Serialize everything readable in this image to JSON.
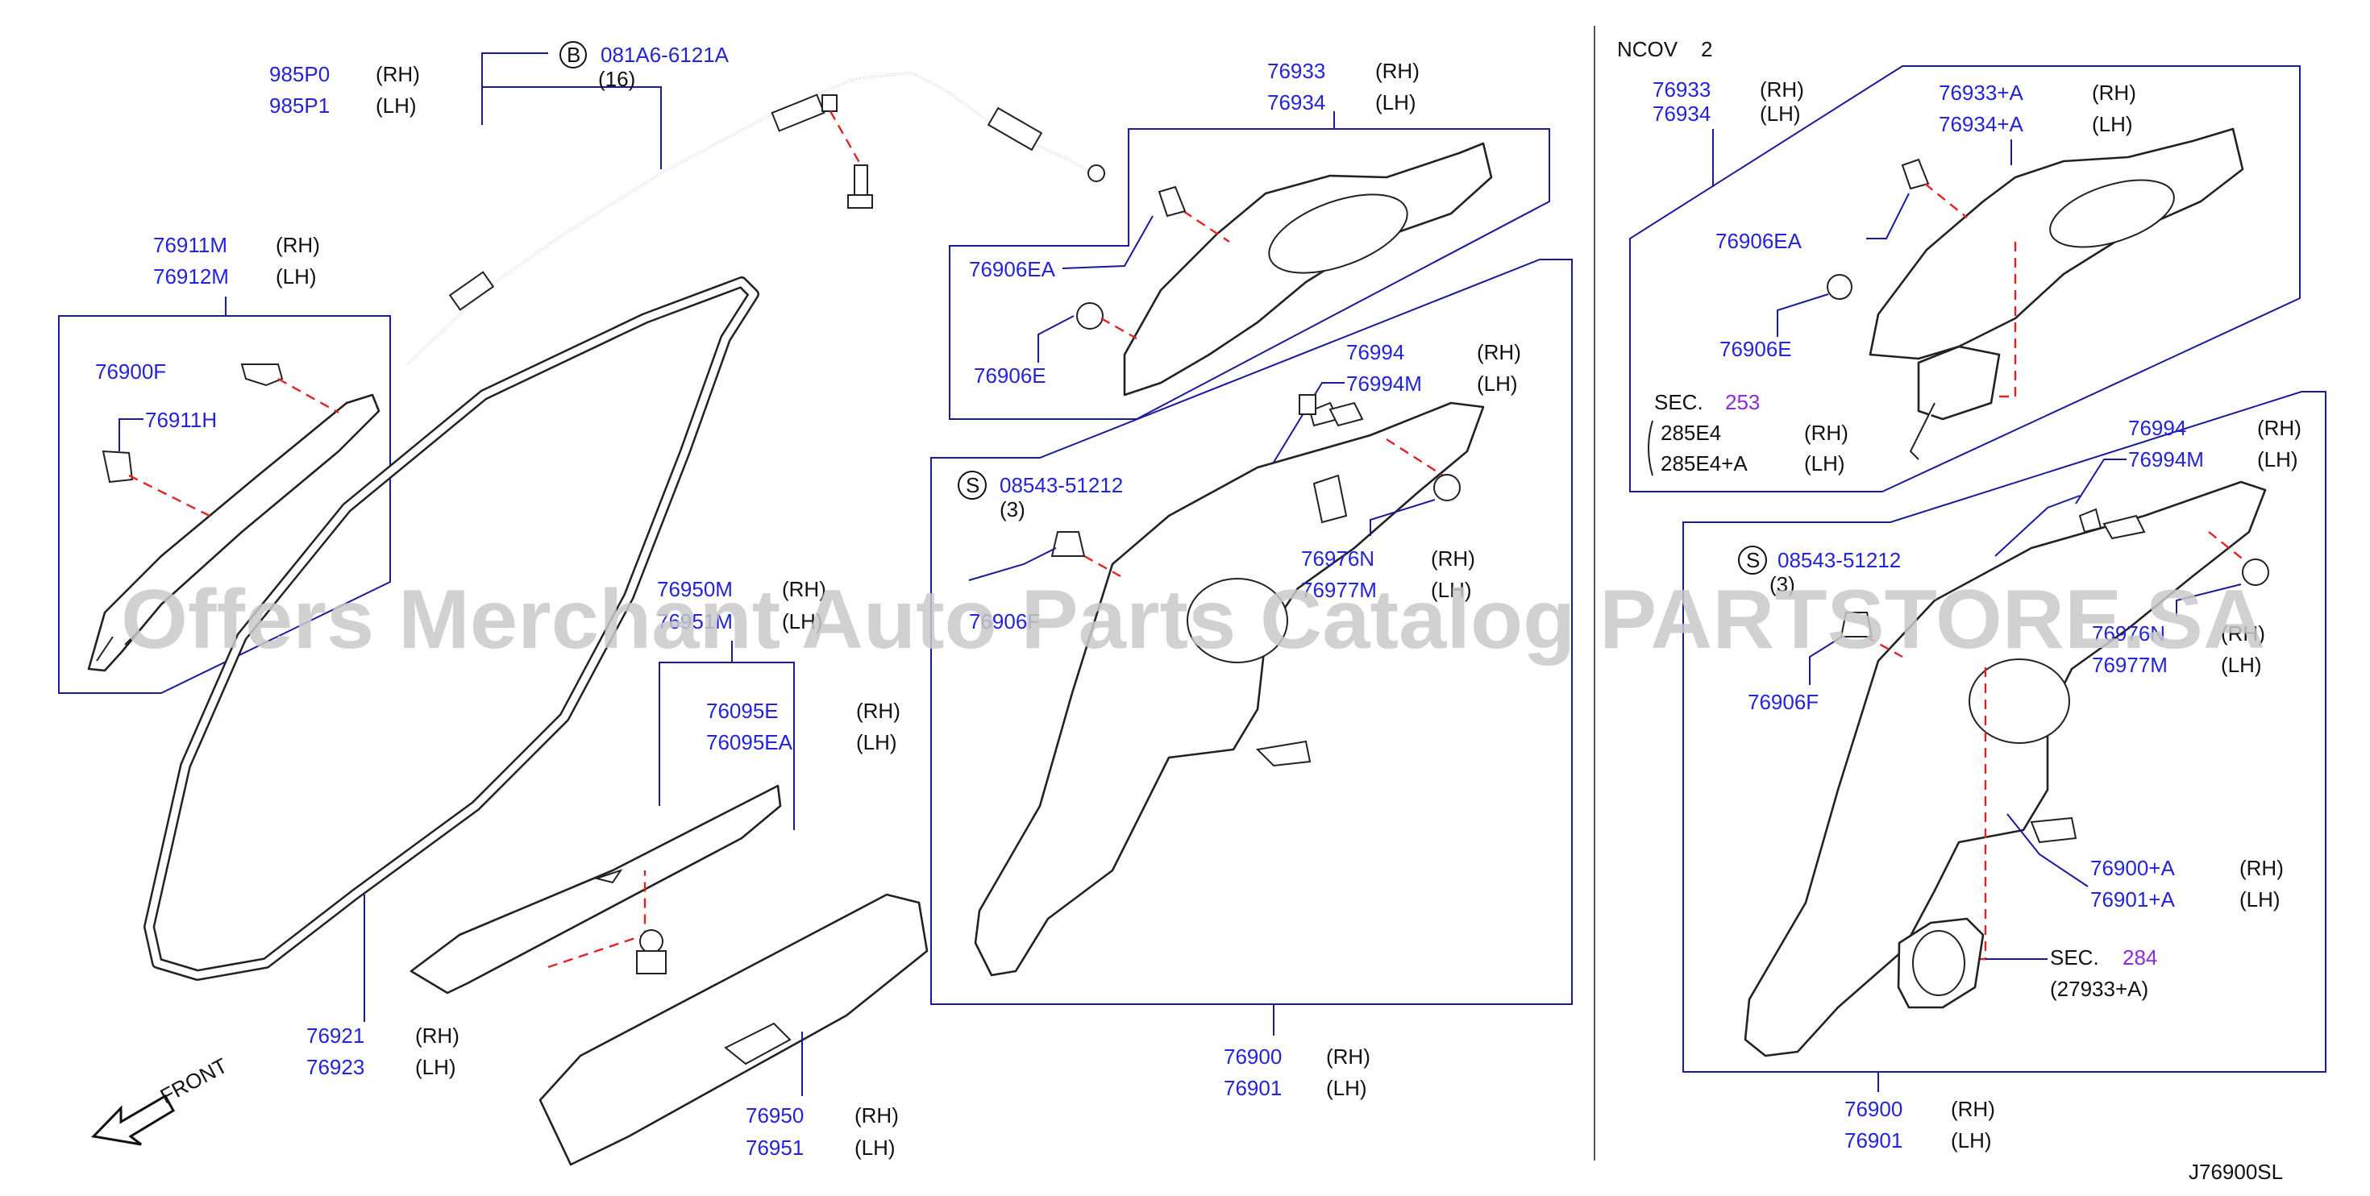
{
  "labels": {
    "p985P0": "985P0",
    "p985P1": "985P1",
    "bolt_b_part": "081A6-6121A",
    "bolt_b_qty": "(16)",
    "circle_b": "B",
    "p76911M": "76911M",
    "p76912M": "76912M",
    "p76900F": "76900F",
    "p76911H": "76911H",
    "p76950M": "76950M",
    "p76951M": "76951M",
    "p76095E": "76095E",
    "p76095EA": "76095EA",
    "p76921": "76921",
    "p76923": "76923",
    "p76950": "76950",
    "p76951": "76951",
    "front": "FRONT",
    "p76933": "76933",
    "p76934": "76934",
    "p76906EA": "76906EA",
    "p76906E": "76906E",
    "p76994": "76994",
    "p76994M": "76994M",
    "circle_s": "S",
    "bolt_s_part": "08543-51212",
    "bolt_s_qty": "(3)",
    "p76906F": "76906F",
    "p76976N": "76976N",
    "p76977M": "76977M",
    "p76900": "76900",
    "p76901": "76901",
    "ncov": "NCOV",
    "ncov_num": "2",
    "r_76933": "76933",
    "r_76934": "76934",
    "r_76933A": "76933+A",
    "r_76934A": "76934+A",
    "r_76906EA": "76906EA",
    "r_76906E": "76906E",
    "sec": "SEC.",
    "sec253": "253",
    "p285E4": "285E4",
    "p285E4A": "285E4+A",
    "r_76994": "76994",
    "r_76994M": "76994M",
    "r_bolt_s_part": "08543-51212",
    "r_bolt_s_qty": "(3)",
    "r_76976N": "76976N",
    "r_76977M": "76977M",
    "r_76906F": "76906F",
    "r_76900A": "76900+A",
    "r_76901A": "76901+A",
    "sec284": "284",
    "p27933A": "(27933+A)",
    "r_76900": "76900",
    "r_76901": "76901",
    "rh": "(RH)",
    "lh": "(LH)",
    "diagram_code": "J76900SL"
  },
  "watermark": "Offers Merchant Auto Parts Catalog PARTSTORE.SA",
  "colors": {
    "part_number": "#2323d8",
    "section_ref": "#8a2be2",
    "leader": "#1a1a9a",
    "dash": "#e02424"
  }
}
